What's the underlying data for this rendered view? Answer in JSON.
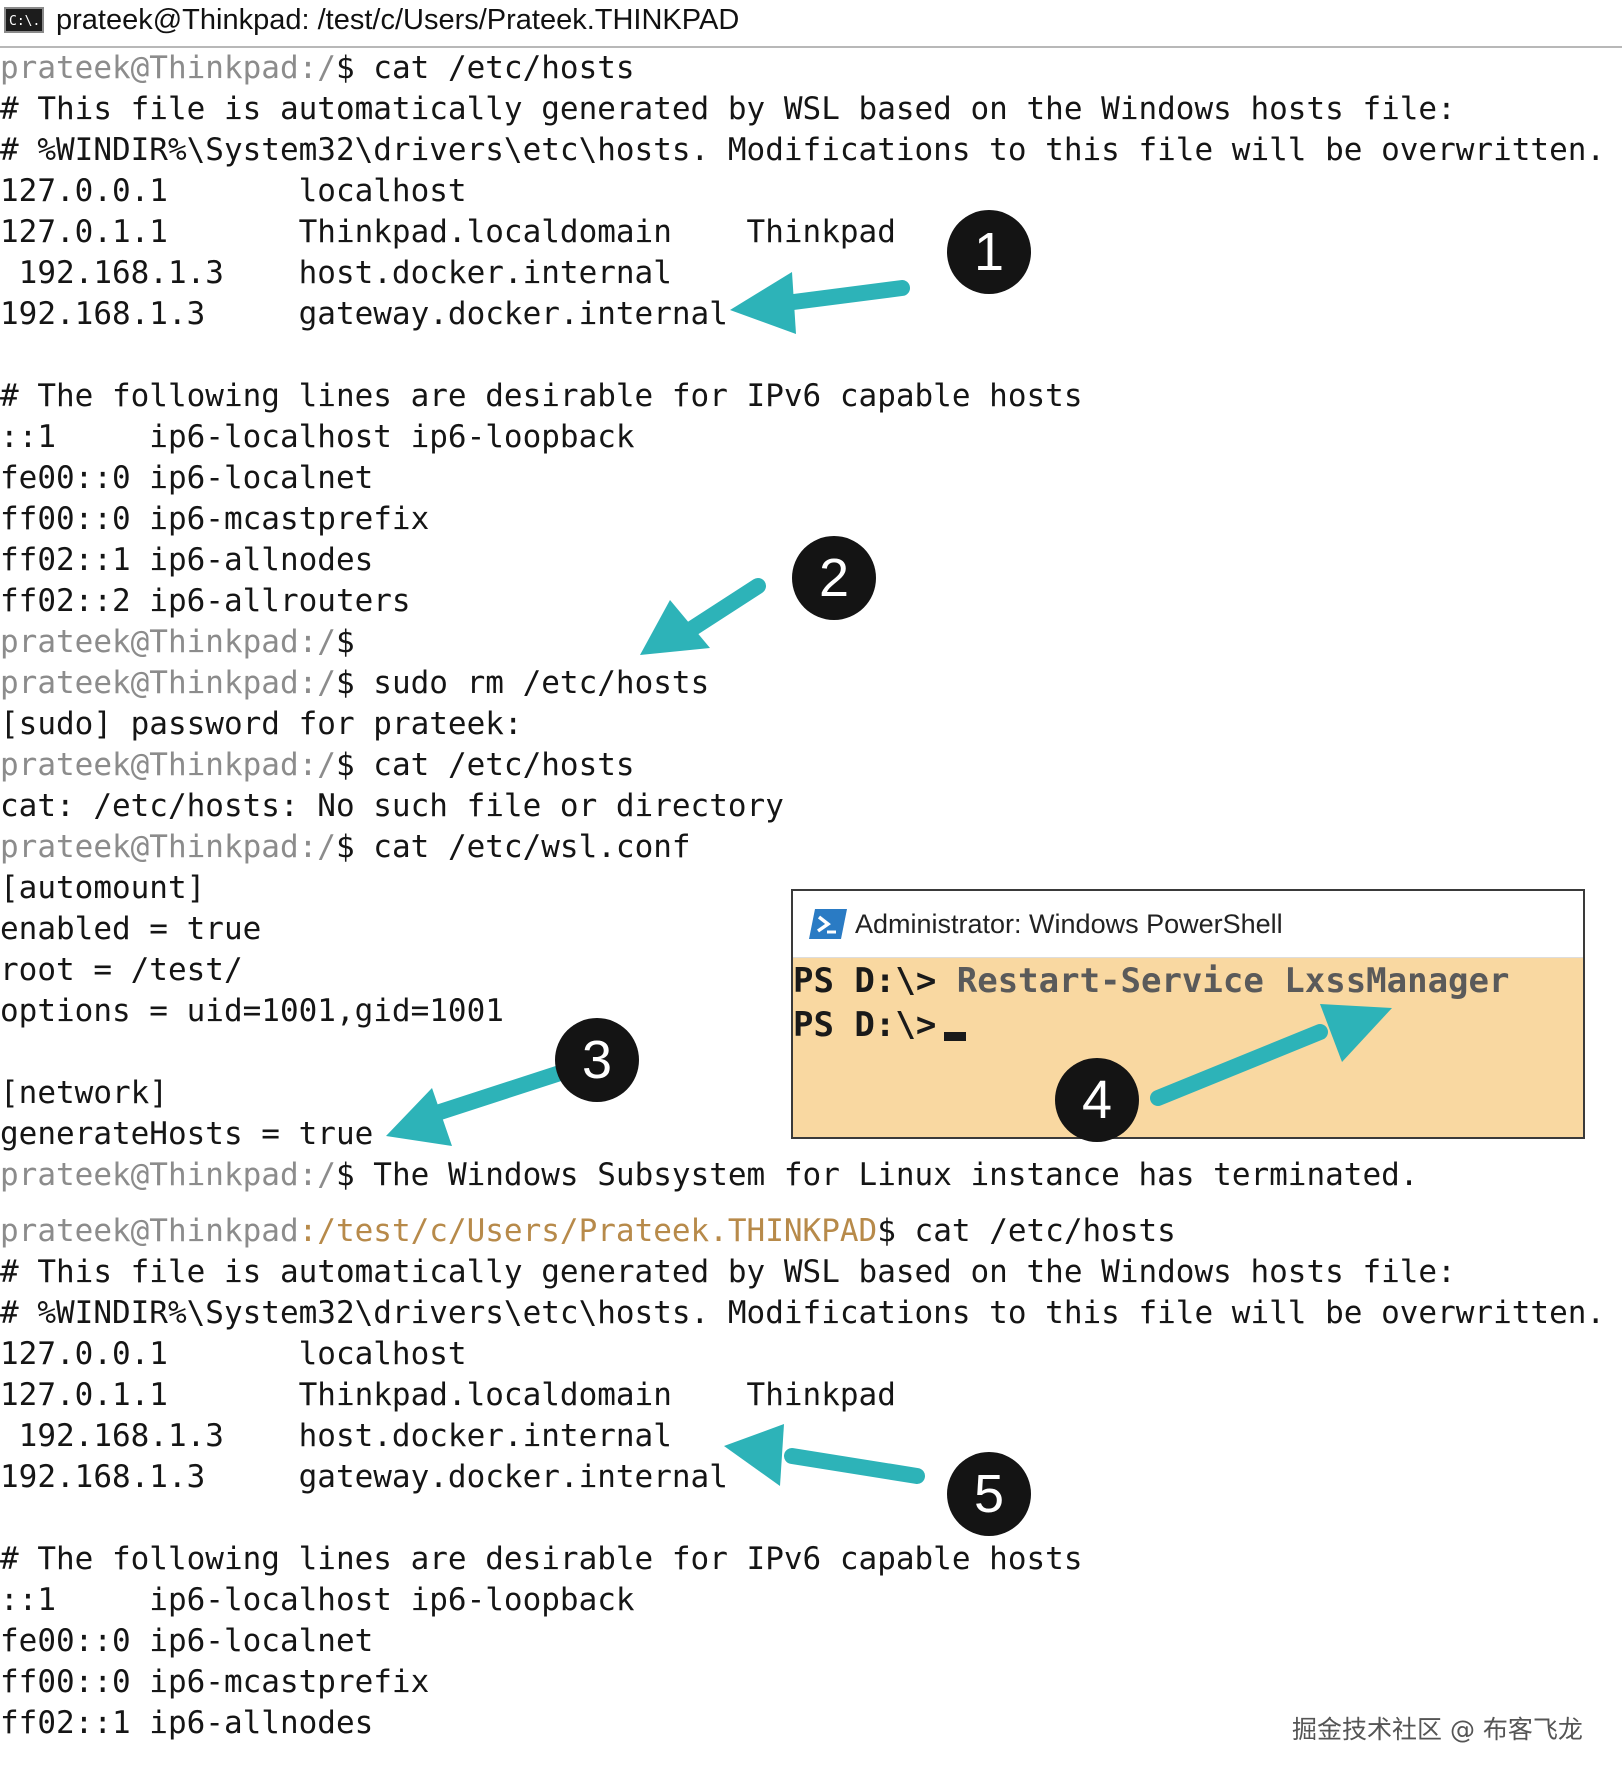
{
  "window": {
    "icon_label": "C:\\.",
    "title": "prateek@Thinkpad: /test/c/Users/Prateek.THINKPAD"
  },
  "prompt": {
    "user": "prateek@Thinkpad",
    "root_path": ":/",
    "home_path": ":/test/c/Users/Prateek.THINKPAD",
    "symbol": "$"
  },
  "terminal": {
    "l01_cmd": " cat /etc/hosts",
    "l02": "# This file is automatically generated by WSL based on the Windows hosts file:",
    "l03": "# %WINDIR%\\System32\\drivers\\etc\\hosts. Modifications to this file will be overwritten.",
    "l04": "127.0.0.1       localhost",
    "l05": "127.0.1.1       Thinkpad.localdomain    Thinkpad",
    "l06": " 192.168.1.3    host.docker.internal",
    "l07": "192.168.1.3     gateway.docker.internal",
    "l09": "# The following lines are desirable for IPv6 capable hosts",
    "l10": "::1     ip6-localhost ip6-loopback",
    "l11": "fe00::0 ip6-localnet",
    "l12": "ff00::0 ip6-mcastprefix",
    "l13": "ff02::1 ip6-allnodes",
    "l14": "ff02::2 ip6-allrouters",
    "l16_cmd": " sudo rm /etc/hosts",
    "l17": "[sudo] password for prateek:",
    "l18_cmd": " cat /etc/hosts",
    "l19": "cat: /etc/hosts: No such file or directory",
    "l20_cmd": " cat /etc/wsl.conf",
    "l21": "[automount]",
    "l22": "enabled = true",
    "l23": "root = /test/",
    "l24": "options = uid=1001,gid=1001",
    "l26": "[network]",
    "l27": "generateHosts = true",
    "l28_cmd": " The Windows Subsystem for Linux instance has terminated.",
    "l29_cmd": " cat /etc/hosts",
    "l30": "# This file is automatically generated by WSL based on the Windows hosts file:",
    "l31": "# %WINDIR%\\System32\\drivers\\etc\\hosts. Modifications to this file will be overwritten.",
    "l32": "127.0.0.1       localhost",
    "l33": "127.0.1.1       Thinkpad.localdomain    Thinkpad",
    "l34": " 192.168.1.3    host.docker.internal",
    "l35": "192.168.1.3     gateway.docker.internal",
    "l37": "# The following lines are desirable for IPv6 capable hosts",
    "l38": "::1     ip6-localhost ip6-loopback",
    "l39": "fe00::0 ip6-localnet",
    "l40": "ff00::0 ip6-mcastprefix",
    "l41": "ff02::1 ip6-allnodes"
  },
  "powershell": {
    "title": "Administrator: Windows PowerShell",
    "prompt": "PS D:\\>",
    "command": " Restart-Service LxssManager",
    "prompt2": "PS D:\\>"
  },
  "callouts": [
    "1",
    "2",
    "3",
    "4",
    "5"
  ],
  "colors": {
    "arrow": "#2db3b8",
    "callout": "#141414",
    "prompt_user": "#8c8c8c",
    "prompt_path": "#b78a4a",
    "ps_background": "#f9d8a1"
  },
  "watermark": "掘金技术社区 @ 布客飞龙"
}
